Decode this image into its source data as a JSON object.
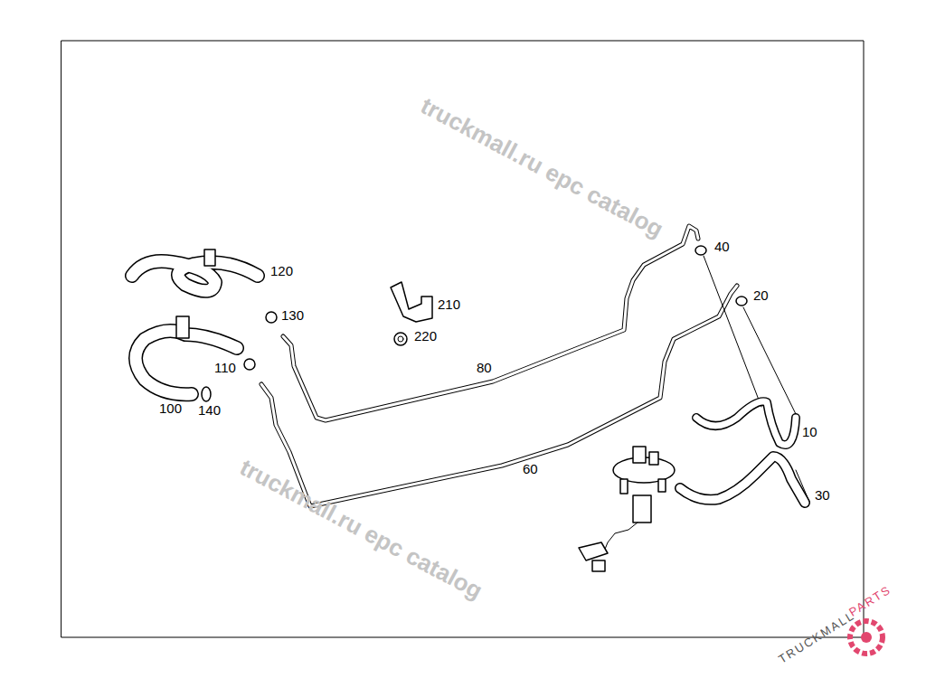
{
  "diagram": {
    "labels": [
      "120",
      "130",
      "210",
      "220",
      "110",
      "100",
      "140",
      "80",
      "60",
      "40",
      "20",
      "10",
      "30",
      "truckmall.ru epc catalog",
      "truckmall.ru epc catalog",
      "TRUCKMALL",
      "PARTS"
    ]
  }
}
